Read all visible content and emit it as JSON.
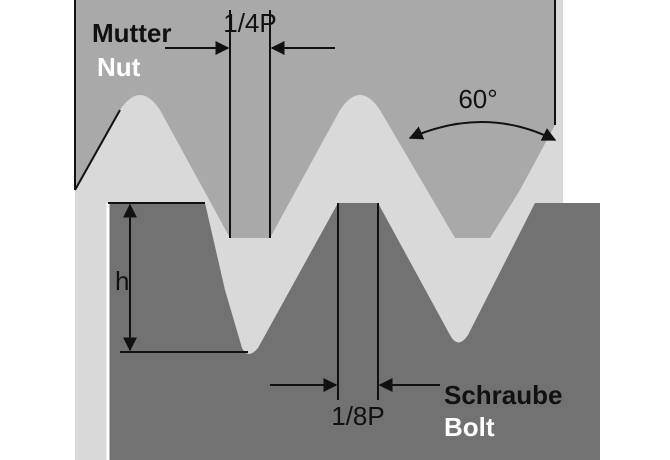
{
  "labels": {
    "nut_de": "Mutter",
    "nut_en": "Nut",
    "bolt_de": "Schraube",
    "bolt_en": "Bolt",
    "crest_width": "1/4P",
    "root_width": "1/8P",
    "height": "h",
    "angle": "60°"
  },
  "colors": {
    "background": "#ffffff",
    "nut": "#a9a9a9",
    "gap": "#d9d9d9",
    "bolt": "#727272",
    "line": "#111111"
  }
}
